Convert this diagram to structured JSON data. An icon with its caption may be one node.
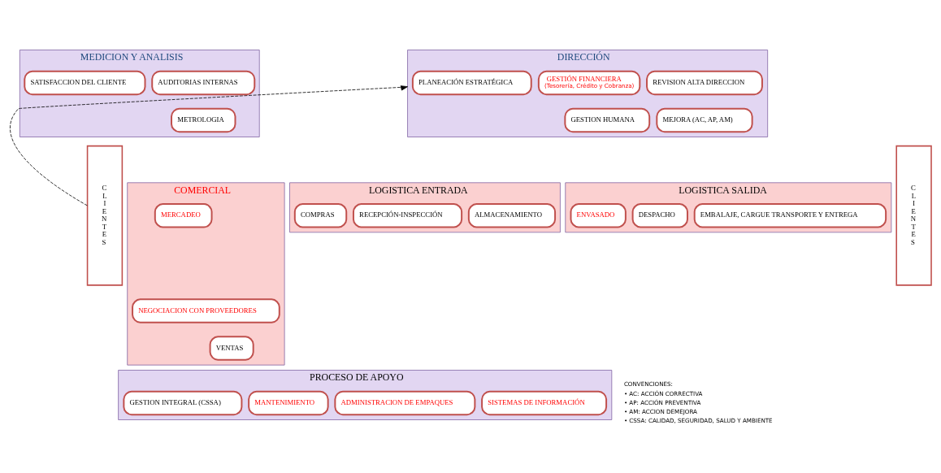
{
  "diagram": {
    "nodes": [
      {
        "text": [
          "CLIENTES"
        ]
      },
      {
        "text": [
          "DIRECCIÓN"
        ]
      },
      {
        "text": [
          "PLANEACIÓN ESTRATÉGICA"
        ],
        "in": 1
      },
      {
        "text": [
          "GESTIÓN FINANCIERA",
          "(Tesorería, Crédito y Cobranza)"
        ],
        "in": 1
      },
      {
        "text": [
          "REVISION ALTA DIRECCION"
        ],
        "in": 1
      },
      {
        "text": [
          "GESTION HUMANA"
        ],
        "in": 1
      },
      {
        "text": [
          "MEJORA (AC, AP, AM)"
        ],
        "in": 1
      },
      {
        "text": [
          "MEDICION Y ANALISIS"
        ]
      },
      {
        "text": [
          "SATISFACCION DEL CLIENTE"
        ],
        "in": 7
      },
      {
        "text": [
          "AUDITORIAS INTERNAS"
        ],
        "in": 7
      },
      {
        "text": [
          "METROLOGIA"
        ],
        "in": 7
      },
      {
        "text": [
          "COMERCIAL"
        ]
      },
      {
        "text": [
          "MERCADEO"
        ],
        "in": 11
      },
      {
        "text": [
          "NEGOCIACION CON PROVEEDORES"
        ],
        "in": 11
      },
      {
        "text": [
          "VENTAS"
        ],
        "in": 11
      },
      {
        "text": [
          "LOGISTICA ENTRADA"
        ]
      },
      {
        "text": [
          "COMPRAS"
        ],
        "in": 15
      },
      {
        "text": [
          "RECEPCIÓN-INSPECCIÓN"
        ],
        "in": 15
      },
      {
        "text": [
          "ALMACENAMIENTO"
        ],
        "in": 15
      },
      {
        "text": [
          "LOGISTICA SALIDA"
        ]
      },
      {
        "text": [
          "ENVASADO"
        ],
        "in": 19
      },
      {
        "text": [
          "DESPACHO"
        ],
        "in": 19
      },
      {
        "text": [
          "EMBALAJE, CARGUE TRANSPORTE Y ENTREGA"
        ],
        "in": 19
      },
      {
        "text": [
          "PROCESO DE APOYO"
        ]
      },
      {
        "text": [
          "GESTION INTEGRAL (CSSA)"
        ],
        "in": 23
      },
      {
        "text": [
          "MANTENIMIENTO"
        ],
        "in": 23
      },
      {
        "text": [
          "ADMINISTRACION DE EMPAQUES"
        ],
        "in": 23
      },
      {
        "text": [
          "SISTEMAS DE INFORMACIÓN"
        ],
        "in": 23
      },
      {
        "text": [
          "CLIENTES"
        ]
      }
    ],
    "edges": [
      {
        "from": 0,
        "to": 1,
        "arrow": "to",
        "style": "dashed"
      }
    ],
    "labels": [
      "CONVENCIONES:",
      "• AC: ACCIÓN CORRECTIVA",
      "• AP: ACCIÓN PREVENTIVA",
      "• AM: ACCION DEMEJORA",
      "• CSSA: CALIDAD, SEGURIDAD, SALUD Y AMBIENTE"
    ]
  }
}
